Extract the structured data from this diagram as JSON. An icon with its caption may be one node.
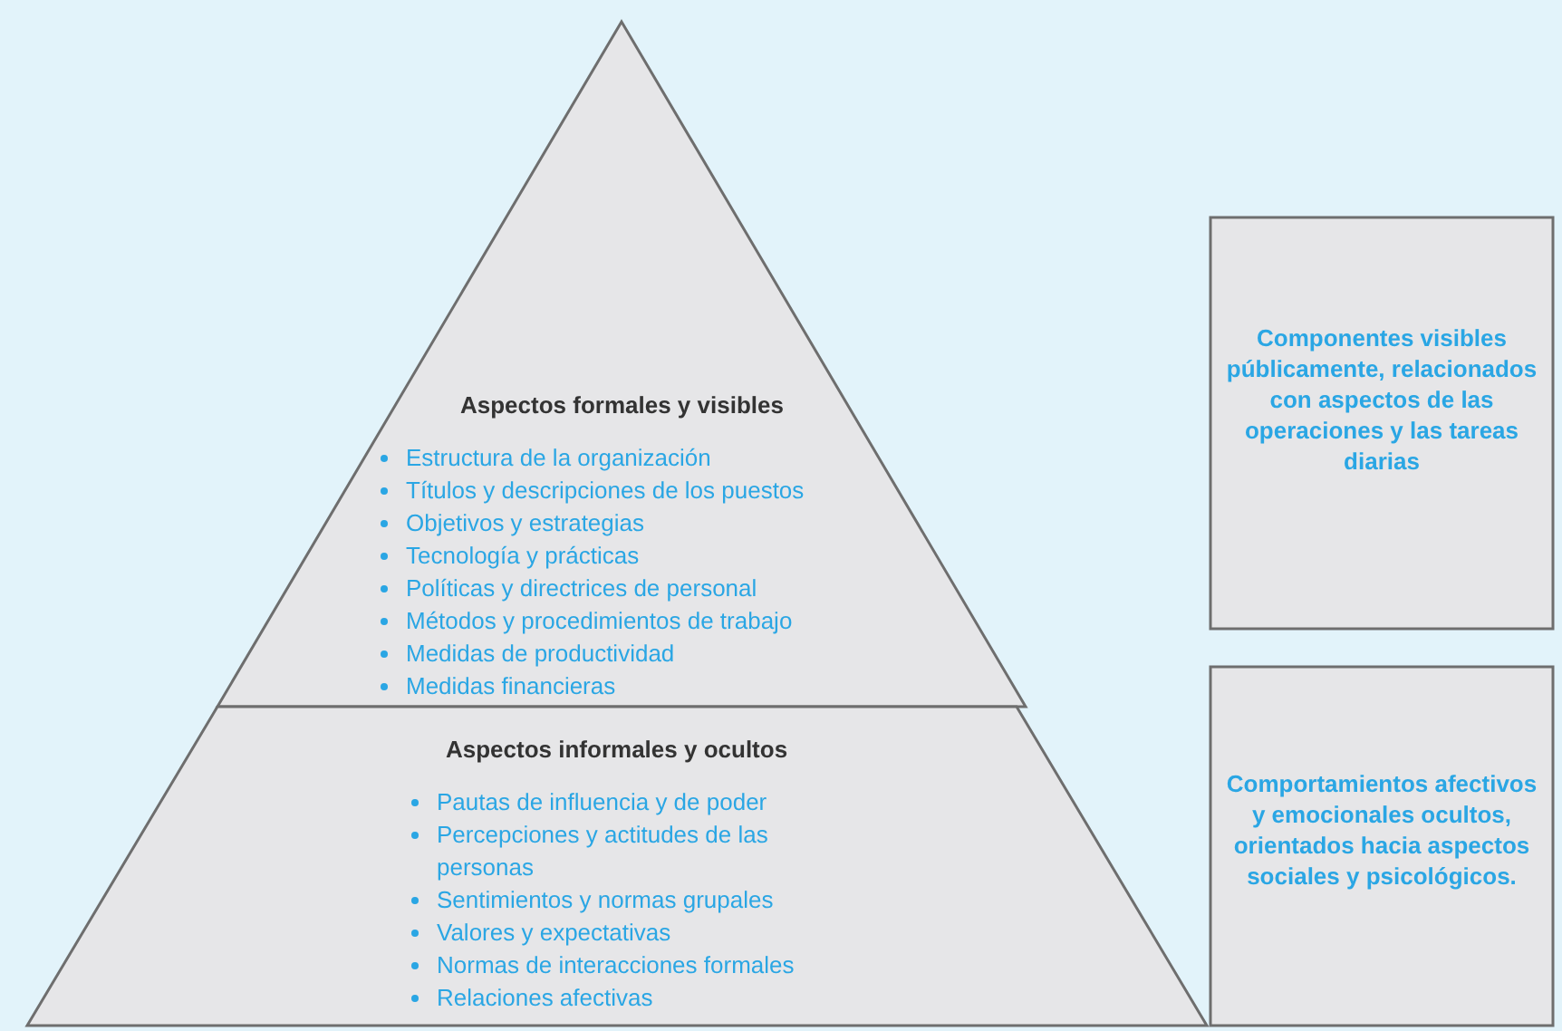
{
  "diagram": {
    "nodes": [
      {
        "text": [
          "Aspectos formales y visibles",
          "Estructura de la organización",
          "Títulos y descripciones de los puestos",
          "Objetivos y estrategias",
          "Tecnología y prácticas",
          "Políticas y directrices de personal",
          "Métodos y procedimientos de trabajo",
          "Medidas de productividad",
          "Medidas financieras"
        ]
      },
      {
        "text": [
          "Aspectos informales y ocultos",
          "Pautas de influencia y de poder",
          "Percepciones y actitudes de las personas",
          "Sentimientos y normas grupales",
          "Valores y expectativas",
          "Normas de interacciones formales",
          "Relaciones afectivas"
        ]
      },
      {
        "text": [
          "Componentes visibles públicamente, relacionados con aspectos de las operaciones y las tareas diarias"
        ]
      },
      {
        "text": [
          "Comportamientos afectivos y emocionales ocultos, orientados hacia aspectos sociales y psicológicos."
        ]
      }
    ]
  }
}
